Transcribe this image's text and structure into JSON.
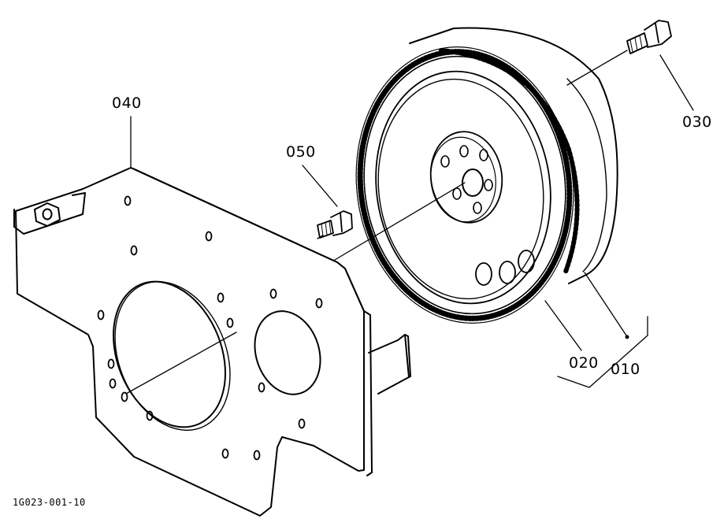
{
  "callouts": {
    "p040": "040",
    "p050": "050",
    "p030": "030",
    "p020": "020",
    "p010": "010"
  },
  "doc_number": "1G023-001-10",
  "colors": {
    "line": "#000000",
    "background": "#ffffff"
  }
}
